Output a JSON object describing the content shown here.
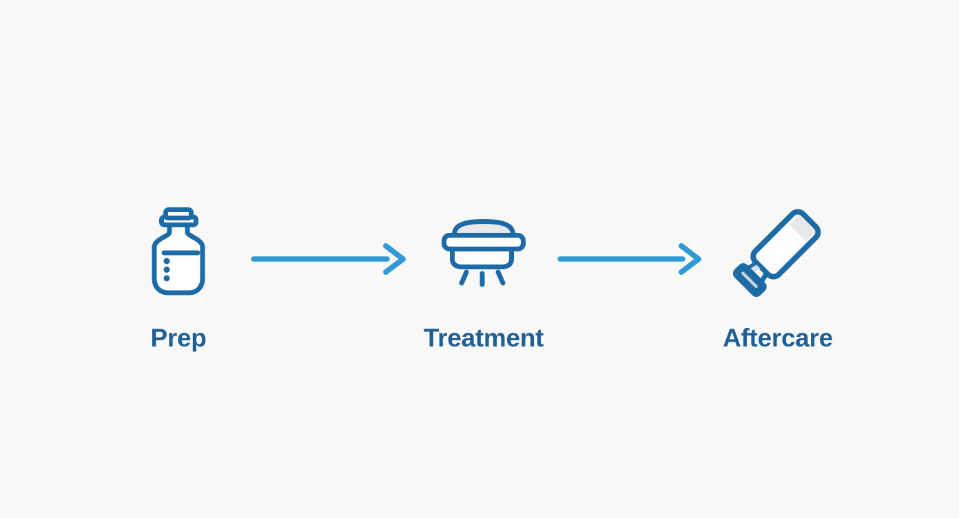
{
  "page": {
    "description": "Three-step skincare process flow diagram"
  },
  "colors": {
    "background": "#f8f8f6",
    "icon-stroke": "#1d6ba6",
    "icon-fill": "#fdfdfd",
    "icon-shade": "#e8e8ea",
    "arrow": "#2f9ad3",
    "label-text": "#1e5f95"
  },
  "flow": {
    "steps": [
      {
        "id": "prep",
        "label": "Prep",
        "icon": "serum-bottle-icon"
      },
      {
        "id": "treatment",
        "label": "Treatment",
        "icon": "treatment-device-icon"
      },
      {
        "id": "aftercare",
        "label": "Aftercare",
        "icon": "ointment-tube-icon"
      }
    ],
    "connectors": [
      {
        "from": "prep",
        "to": "treatment",
        "icon": "arrow-right-icon"
      },
      {
        "from": "treatment",
        "to": "aftercare",
        "icon": "arrow-right-icon"
      }
    ]
  }
}
